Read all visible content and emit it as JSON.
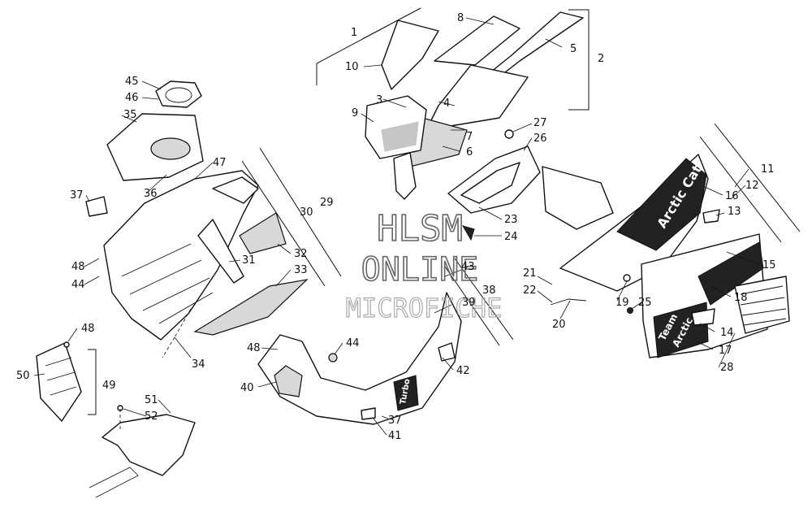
{
  "watermark": {
    "line1": "HLSM",
    "line2": "ONLINE",
    "line3": "MICROFICHE"
  },
  "decals": {
    "brand_side": "Arctic Cat",
    "team_line1": "Team",
    "team_line2": "Arctic",
    "model_badge": "Turbo"
  },
  "callouts": [
    "1",
    "2",
    "3",
    "4",
    "5",
    "6",
    "7",
    "8",
    "9",
    "10",
    "11",
    "12",
    "13",
    "14",
    "15",
    "16",
    "17",
    "18",
    "19",
    "20",
    "21",
    "22",
    "23",
    "24",
    "25",
    "26",
    "27",
    "28",
    "29",
    "30",
    "31",
    "32",
    "33",
    "34",
    "35",
    "36",
    "37",
    "38",
    "39",
    "40",
    "41",
    "42",
    "43",
    "44",
    "45",
    "46",
    "47",
    "48",
    "49",
    "50",
    "51",
    "52",
    "37",
    "48",
    "44",
    "44",
    "48"
  ]
}
